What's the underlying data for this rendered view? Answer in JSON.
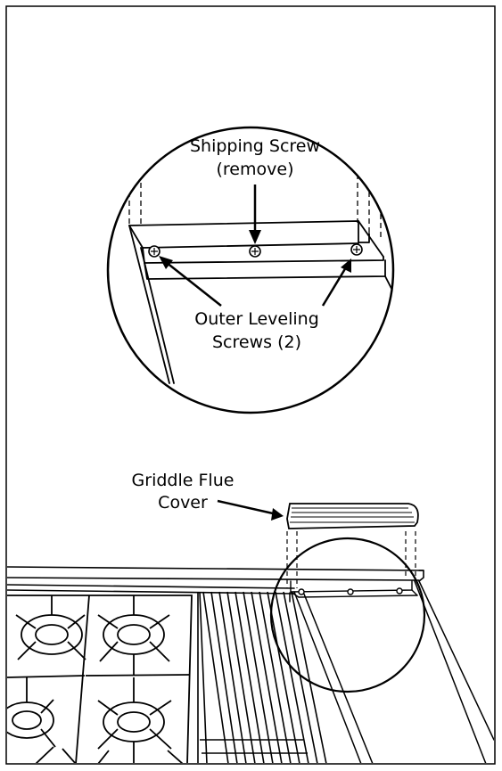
{
  "callouts": {
    "shipping_screw_line1": "Shipping Screw",
    "shipping_screw_line2": "(remove)",
    "outer_leveling_line1": "Outer Leveling",
    "outer_leveling_line2": "Screws (2)",
    "griddle_flue_line1": "Griddle Flue",
    "griddle_flue_line2": "Cover"
  }
}
